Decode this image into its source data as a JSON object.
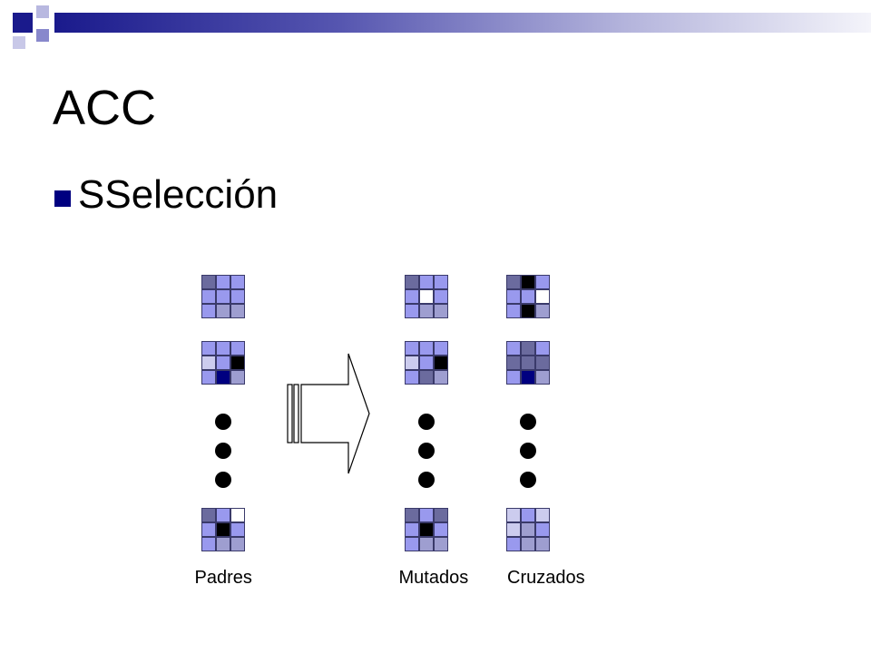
{
  "slide": {
    "title": "ACC",
    "bullet": "SSelección"
  },
  "colors": {
    "accent": "#000080",
    "mid": "#6b6b9e",
    "light": "#9999ee",
    "pale": "#9e9ed0",
    "lavender": "#ccccee",
    "black": "#000000",
    "navy": "#000080",
    "white": "#ffffff"
  },
  "columns": [
    {
      "label": "Padres",
      "grids": [
        [
          "M",
          "L",
          "L",
          "L",
          "L",
          "L",
          "L",
          "P",
          "P"
        ],
        [
          "L",
          "L",
          "L",
          "V",
          "L",
          "K",
          "L",
          "N",
          "P"
        ],
        [
          "M",
          "L",
          "W",
          "L",
          "K",
          "L",
          "L",
          "P",
          "P"
        ]
      ]
    },
    {
      "label": "Mutados",
      "grids": [
        [
          "M",
          "L",
          "L",
          "L",
          "W",
          "L",
          "L",
          "P",
          "P"
        ],
        [
          "L",
          "L",
          "L",
          "V",
          "L",
          "K",
          "L",
          "M",
          "P"
        ],
        [
          "M",
          "L",
          "M",
          "L",
          "K",
          "L",
          "L",
          "P",
          "P"
        ]
      ]
    },
    {
      "label": "Cruzados",
      "grids": [
        [
          "M",
          "K",
          "L",
          "L",
          "L",
          "W",
          "L",
          "K",
          "P"
        ],
        [
          "L",
          "M",
          "L",
          "M",
          "M",
          "M",
          "L",
          "N",
          "P"
        ],
        [
          "V",
          "L",
          "V",
          "V",
          "P",
          "L",
          "L",
          "P",
          "P"
        ]
      ]
    }
  ]
}
